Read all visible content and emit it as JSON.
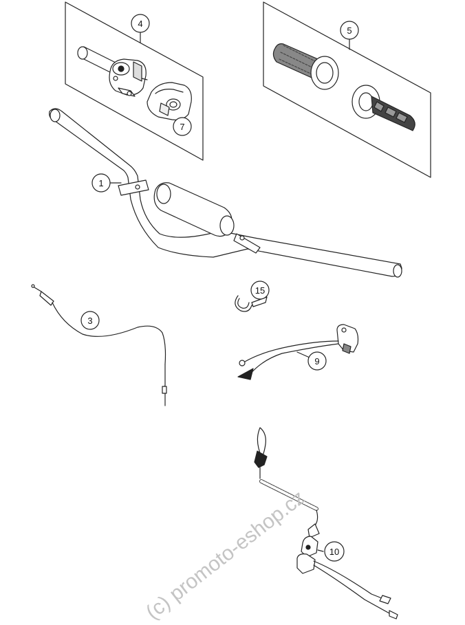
{
  "parts": [
    {
      "ref": "1",
      "name": "handlebar"
    },
    {
      "ref": "3",
      "name": "throttle-cable"
    },
    {
      "ref": "4",
      "name": "throttle-grip-assembly"
    },
    {
      "ref": "5",
      "name": "handlebar-grips"
    },
    {
      "ref": "7",
      "name": "throttle-housing-cover"
    },
    {
      "ref": "9",
      "name": "kill-switch"
    },
    {
      "ref": "10",
      "name": "tether-kill-switch"
    },
    {
      "ref": "15",
      "name": "cable-tie"
    }
  ],
  "watermark": "(c) promoto-eshop.cz",
  "colors": {
    "line": "#222222",
    "fill": "#ffffff",
    "watermark": "#c4c4c4"
  }
}
